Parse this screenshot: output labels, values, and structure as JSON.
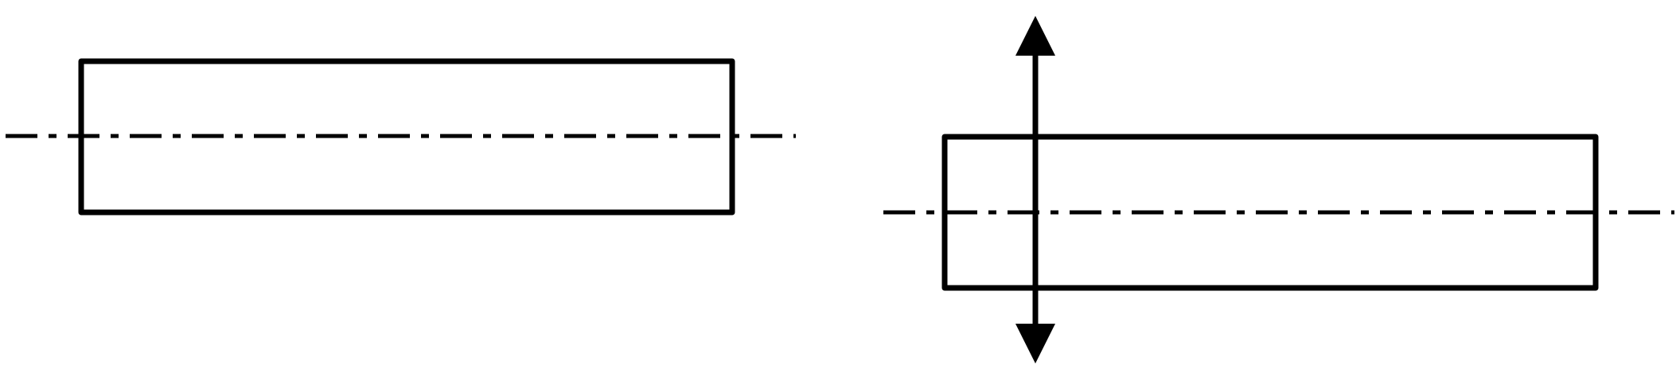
{
  "colors": {
    "background": "#ffffff",
    "stroke": "#000000"
  },
  "figures": [
    {
      "name": "left-panel",
      "components": [
        "rectangle",
        "dash-dot-centerline"
      ]
    },
    {
      "name": "right-panel",
      "components": [
        "rectangle",
        "dash-dot-centerline",
        "double-headed-vertical-arrow"
      ]
    }
  ]
}
